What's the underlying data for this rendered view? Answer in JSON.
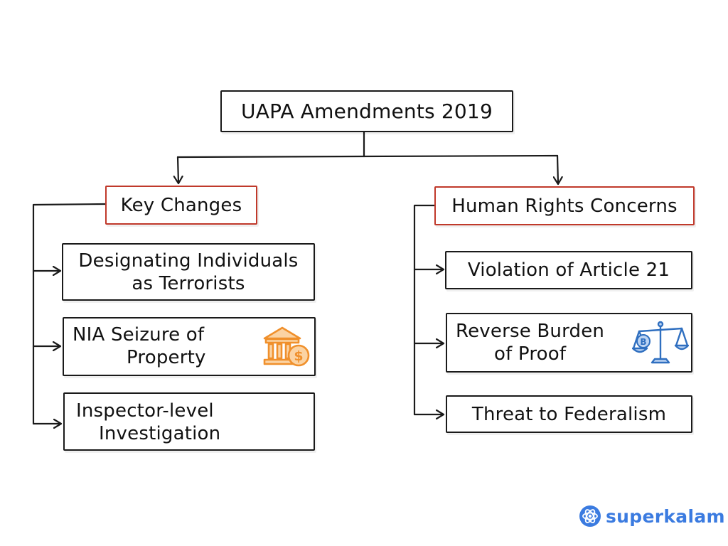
{
  "diagram": {
    "root": {
      "label": "UAPA Amendments 2019"
    },
    "left_branch": {
      "label": "Key Changes",
      "items": [
        {
          "label_lines": [
            "Designating Individuals",
            "as Terrorists"
          ]
        },
        {
          "label_lines": [
            "NIA Seizure of",
            "Property"
          ],
          "icon": "bank-dollar-icon"
        },
        {
          "label_lines": [
            "Inspector-level",
            "Investigation"
          ]
        }
      ]
    },
    "right_branch": {
      "label": "Human Rights Concerns",
      "items": [
        {
          "label_lines": [
            "Violation of Article 21"
          ]
        },
        {
          "label_lines": [
            "Reverse Burden",
            "of Proof"
          ],
          "icon": "balance-scale-icon"
        },
        {
          "label_lines": [
            "Threat to Federalism"
          ]
        }
      ]
    }
  },
  "brand": {
    "name": "superkalam",
    "logo_icon": "superkalam-logo-icon"
  },
  "colors": {
    "stroke": "#1a1a1a",
    "branch_border": "#c0392b",
    "bank_icon": "#f0902c",
    "scale_icon": "#2f6fc0",
    "brand": "#3b7be0"
  }
}
